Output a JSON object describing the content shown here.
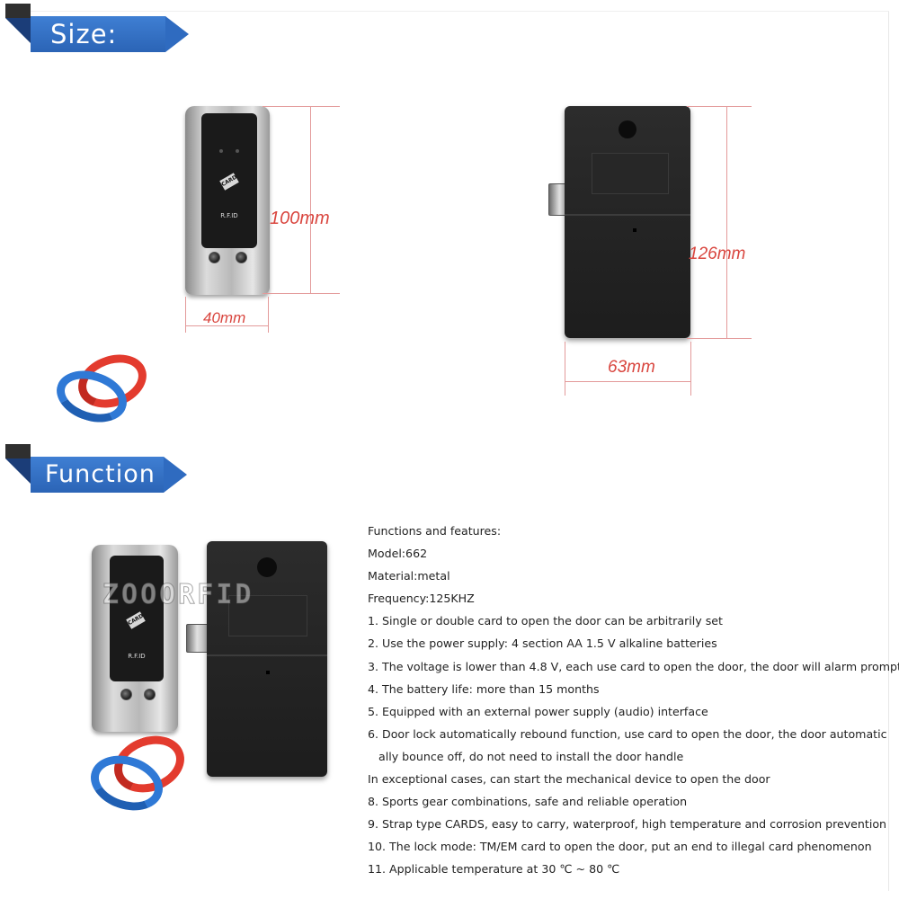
{
  "sections": {
    "size": {
      "title": "Size:"
    },
    "function": {
      "title": "Function"
    }
  },
  "dimensions": {
    "front_height": "100mm",
    "front_width": "40mm",
    "back_height": "126mm",
    "back_width": "63mm"
  },
  "product_markings": {
    "card_label": "CARD",
    "rfid_label": "R.F.ID"
  },
  "watermark": "ZOOORFID",
  "features": {
    "heading": "Functions and features:",
    "items": [
      "Model:662",
      "Material:metal",
      "Frequency:125KHZ",
      "1. Single or double card to open the door can be arbitrarily set",
      "2. Use the power supply: 4 section AA  1.5 V alkaline batteries",
      "3. The voltage is lower than 4.8 V, each use card to open the door, the door will alarm prompt;",
      "4. The battery life: more than 15 months",
      "5. Equipped with an external power supply (audio) interface",
      "6. Door lock automatically rebound function, use card to open the door, the door automatic",
      "ally bounce off, do not need to install the door handle",
      "In exceptional cases, can start the mechanical device to open the door",
      "8. Sports gear combinations, safe and reliable operation",
      "9. Strap type CARDS, easy to carry, waterproof, high temperature and corrosion prevention",
      "10. The lock mode: TM/EM card to open the door, put an end to illegal card phenomenon",
      "11. Applicable temperature at 30 ℃ ~ 80 ℃"
    ]
  },
  "colors": {
    "banner_blue": "#2f6bc0",
    "dimension_red": "#d9463f",
    "lock_black": "#1d1d1d"
  }
}
